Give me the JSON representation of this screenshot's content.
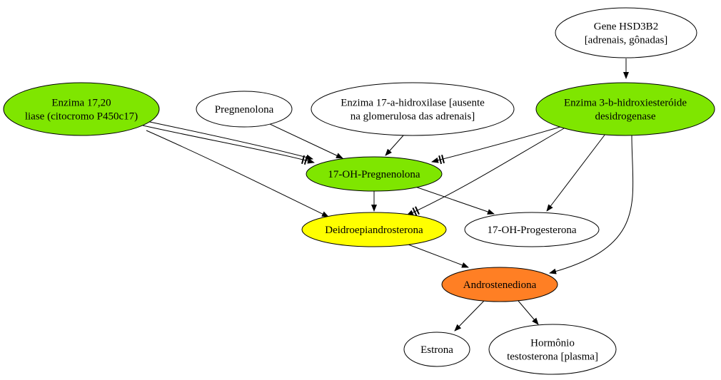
{
  "colors": {
    "green": "#7fe600",
    "yellow": "#ffff00",
    "orange": "#ff7f24",
    "white": "#ffffff",
    "stroke": "#000000"
  },
  "nodes": [
    {
      "id": "gene_hsd3b2",
      "lines": [
        "Gene HSD3B2",
        "[adrenais, gônadas]"
      ],
      "fill": "white"
    },
    {
      "id": "enzima_1720",
      "lines": [
        "Enzima 17,20",
        "liase (citocromo P450c17)"
      ],
      "fill": "green"
    },
    {
      "id": "pregnenolona",
      "lines": [
        "Pregnenolona"
      ],
      "fill": "white"
    },
    {
      "id": "enzima_17a",
      "lines": [
        "Enzima 17-a-hidroxilase [ausente",
        "na glomerulosa das adrenais]"
      ],
      "fill": "white"
    },
    {
      "id": "enzima_3b",
      "lines": [
        "Enzima 3-b-hidroxiesteróide",
        "desidrogenase"
      ],
      "fill": "green"
    },
    {
      "id": "oh_pregnenolona",
      "lines": [
        "17-OH-Pregnenolona"
      ],
      "fill": "green"
    },
    {
      "id": "dhea",
      "lines": [
        "Deidroepiandrosterona"
      ],
      "fill": "yellow"
    },
    {
      "id": "oh_progesterona",
      "lines": [
        "17-OH-Progesterona"
      ],
      "fill": "white"
    },
    {
      "id": "androstenediona",
      "lines": [
        "Androstenediona"
      ],
      "fill": "orange"
    },
    {
      "id": "estrona",
      "lines": [
        "Estrona"
      ],
      "fill": "white"
    },
    {
      "id": "testosterona",
      "lines": [
        "Hormônio",
        "testosterona [plasma]"
      ],
      "fill": "white"
    }
  ],
  "edges": [
    {
      "from": "gene_hsd3b2",
      "to": "enzima_3b",
      "style": "arrow"
    },
    {
      "from": "enzima_1720",
      "to": "oh_pregnenolona",
      "style": "inhibit"
    },
    {
      "from": "enzima_1720",
      "to": "oh_pregnenolona",
      "style": "arrow"
    },
    {
      "from": "enzima_1720",
      "to": "dhea",
      "style": "arrow"
    },
    {
      "from": "pregnenolona",
      "to": "oh_pregnenolona",
      "style": "arrow"
    },
    {
      "from": "enzima_17a",
      "to": "oh_pregnenolona",
      "style": "arrow"
    },
    {
      "from": "enzima_3b",
      "to": "oh_pregnenolona",
      "style": "inhibit"
    },
    {
      "from": "enzima_3b",
      "to": "dhea",
      "style": "inhibit"
    },
    {
      "from": "enzima_3b",
      "to": "oh_progesterona",
      "style": "arrow"
    },
    {
      "from": "enzima_3b",
      "to": "androstenediona",
      "style": "arrow"
    },
    {
      "from": "oh_pregnenolona",
      "to": "dhea",
      "style": "arrow"
    },
    {
      "from": "oh_pregnenolona",
      "to": "oh_progesterona",
      "style": "arrow"
    },
    {
      "from": "dhea",
      "to": "androstenediona",
      "style": "arrow"
    },
    {
      "from": "androstenediona",
      "to": "estrona",
      "style": "arrow"
    },
    {
      "from": "androstenediona",
      "to": "testosterona",
      "style": "arrow"
    }
  ]
}
